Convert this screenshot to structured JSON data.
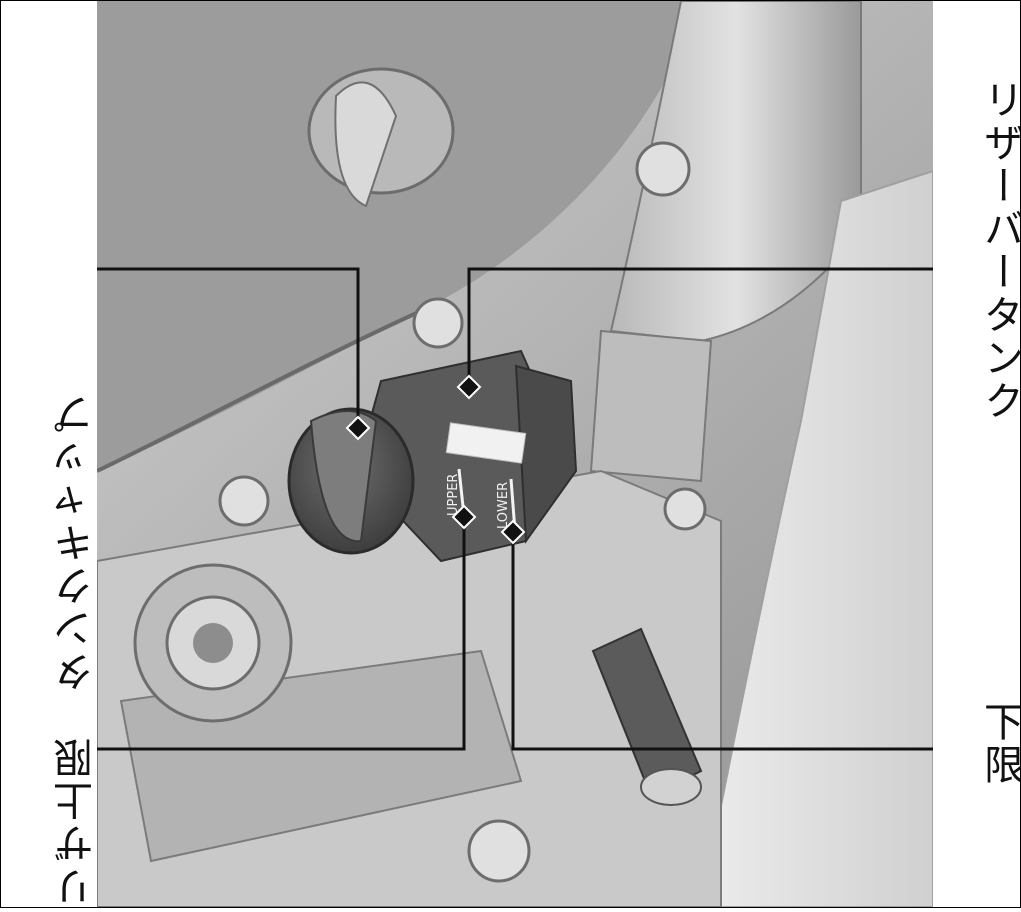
{
  "labels": {
    "reservoir_cap": "リザーバータンクキャップ",
    "reservoir_tank": "リザーバータンク",
    "upper_limit": "上限",
    "lower_limit": "下限"
  },
  "markings": {
    "upper": "UPPER",
    "lower": "LOWER"
  },
  "colors": {
    "leader_line": "#111111",
    "label_background": "#ffffff"
  }
}
